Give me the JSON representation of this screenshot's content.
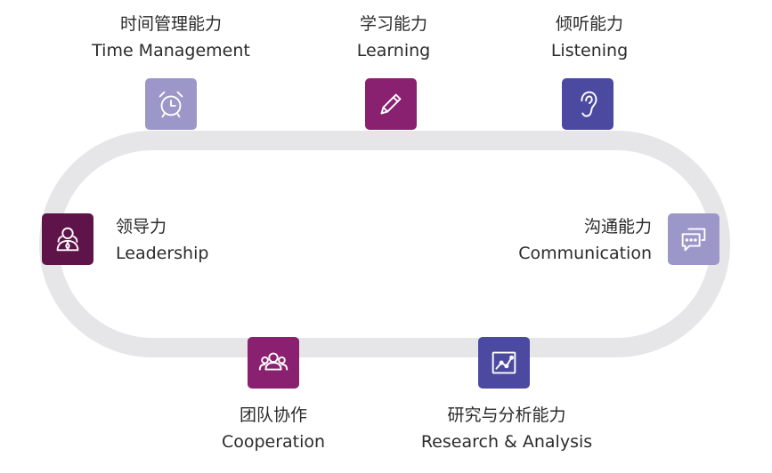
{
  "diagram": {
    "track_color": "#e6e6e9",
    "nodes": [
      {
        "id": "time-management",
        "label_zh": "时间管理能力",
        "label_en": "Time Management",
        "icon": "alarm-clock-icon",
        "color": "#9b97c9"
      },
      {
        "id": "learning",
        "label_zh": "学习能力",
        "label_en": "Learning",
        "icon": "pencil-icon",
        "color": "#8a2070"
      },
      {
        "id": "listening",
        "label_zh": "倾听能力",
        "label_en": "Listening",
        "icon": "ear-icon",
        "color": "#4c4aa0"
      },
      {
        "id": "leadership",
        "label_zh": "领导力",
        "label_en": "Leadership",
        "icon": "leader-icon",
        "color": "#5e1448"
      },
      {
        "id": "communication",
        "label_zh": "沟通能力",
        "label_en": "Communication",
        "icon": "chat-bubbles-icon",
        "color": "#9b97c9"
      },
      {
        "id": "cooperation",
        "label_zh": "团队协作",
        "label_en": "Cooperation",
        "icon": "team-icon",
        "color": "#8a2070"
      },
      {
        "id": "research-analysis",
        "label_zh": "研究与分析能力",
        "label_en": "Research & Analysis",
        "icon": "line-chart-icon",
        "color": "#4c4aa0"
      }
    ]
  }
}
